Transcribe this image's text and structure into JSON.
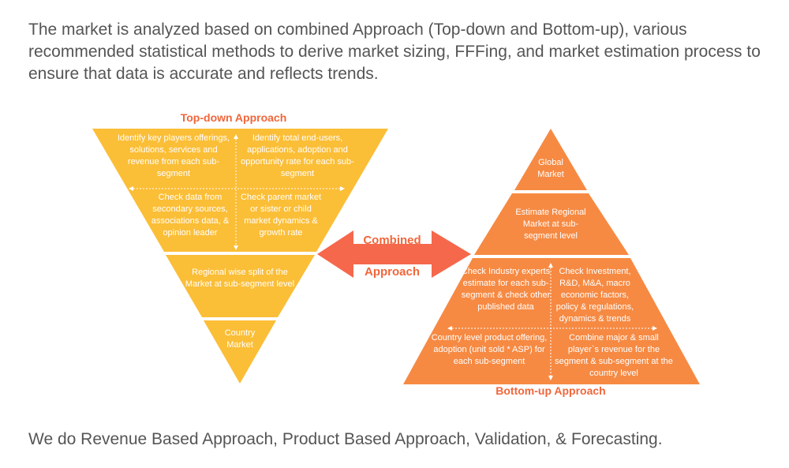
{
  "intro_text": "The market is analyzed based on combined Approach (Top-down and Bottom-up), various recommended statistical methods to derive market sizing, FFFing, and market estimation process to ensure that data is accurate and reflects trends.",
  "outro_text": "We do Revenue Based Approach, Product Based Approach, Validation, & Forecasting.",
  "colors": {
    "top_down": "#fbbe37",
    "bottom_up": "#f68a43",
    "accent": "#f1663b",
    "arrow": "#f5684c",
    "text": "#555555"
  },
  "top_down": {
    "title": "Top-down Approach",
    "q1": "Identify key players offerings, solutions, services and revenue from each sub-segment",
    "q2": "Identify total end-users, applications, adoption and opportunity rate for each sub-segment",
    "q3": "Check data from secondary sources, associations data, & opinion leader",
    "q4": "Check parent market or sister or child market dynamics & growth rate",
    "regional": "Regional wise split of the Market at sub-segment level",
    "country": "Country Market"
  },
  "combined": {
    "line1": "Combined",
    "line2": "Approach"
  },
  "bottom_up": {
    "title": "Bottom-up Approach",
    "global": "Global Market",
    "regional": "Estimate Regional Market at sub-segment level",
    "q1": "Check Industry experts estimate for each sub-segment & check other published data",
    "q2": "Check Investment, R&D, M&A, macro economic  factors, policy & regulations, dynamics & trends",
    "q3": "Country level product offering, adoption (unit sold * ASP) for each sub-segment",
    "q4": "Combine major & small player`s revenue for the segment & sub-segment at the country level"
  }
}
